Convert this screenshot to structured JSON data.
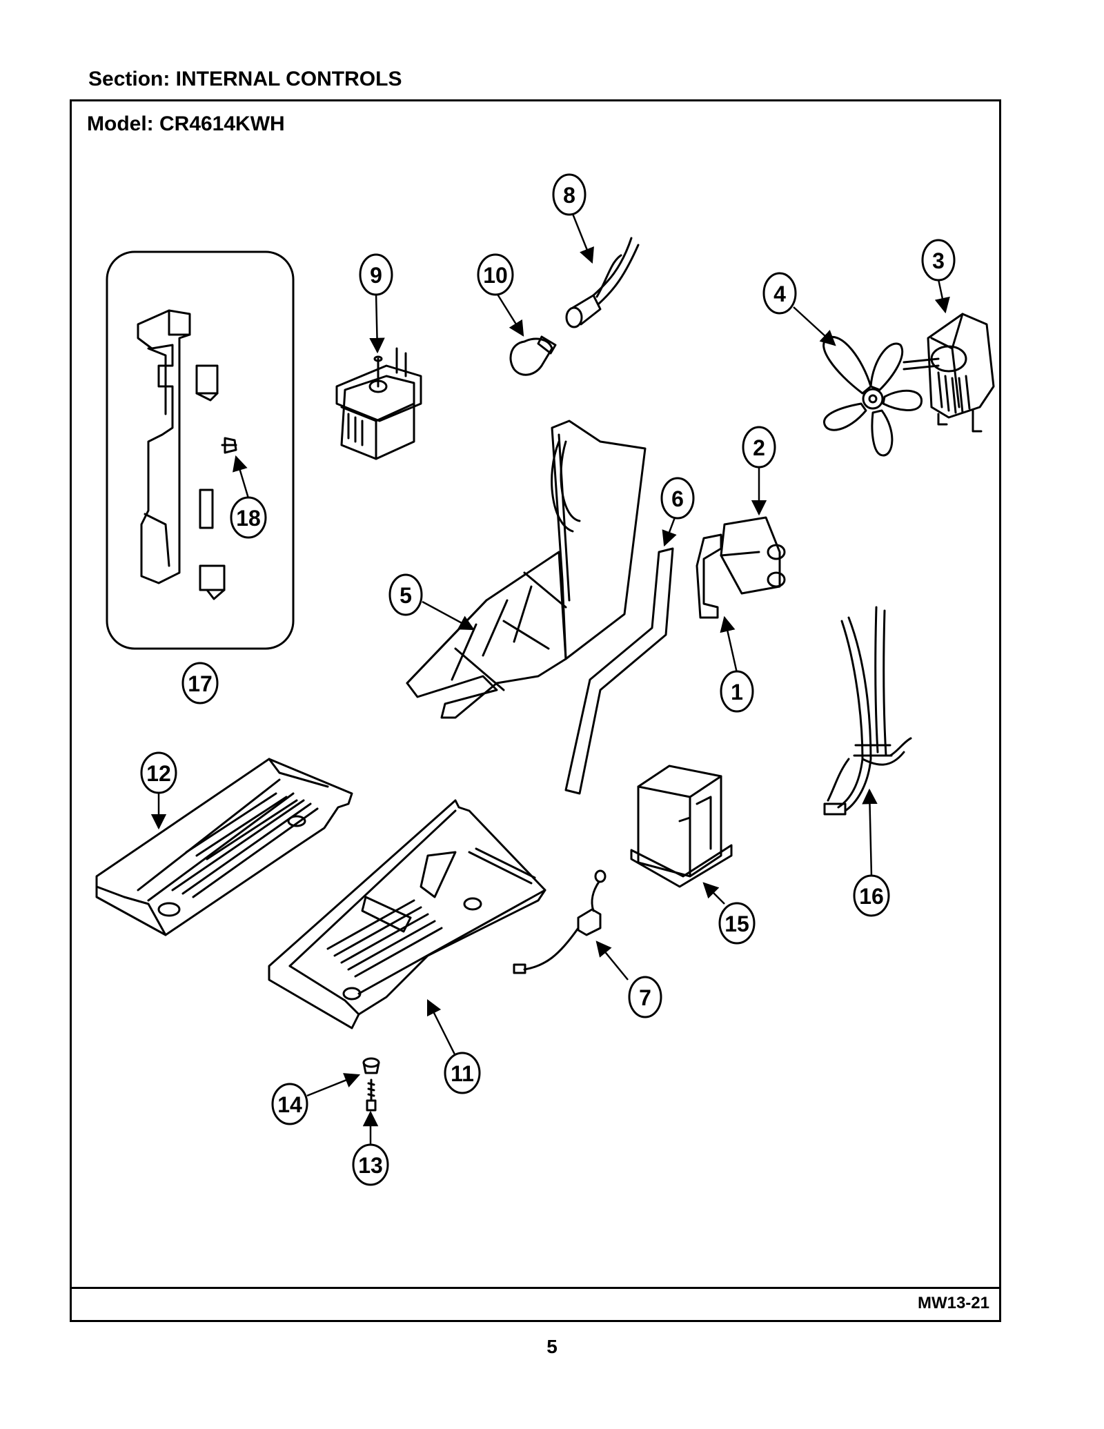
{
  "header": {
    "section_title": "Section:  INTERNAL CONTROLS",
    "model_title": "Model:  CR4614KWH"
  },
  "footer": {
    "doc_code": "MW13-21",
    "page_number": "5"
  },
  "callouts": [
    "1",
    "2",
    "3",
    "4",
    "5",
    "6",
    "7",
    "8",
    "9",
    "10",
    "11",
    "12",
    "13",
    "14",
    "15",
    "16",
    "17",
    "18"
  ]
}
